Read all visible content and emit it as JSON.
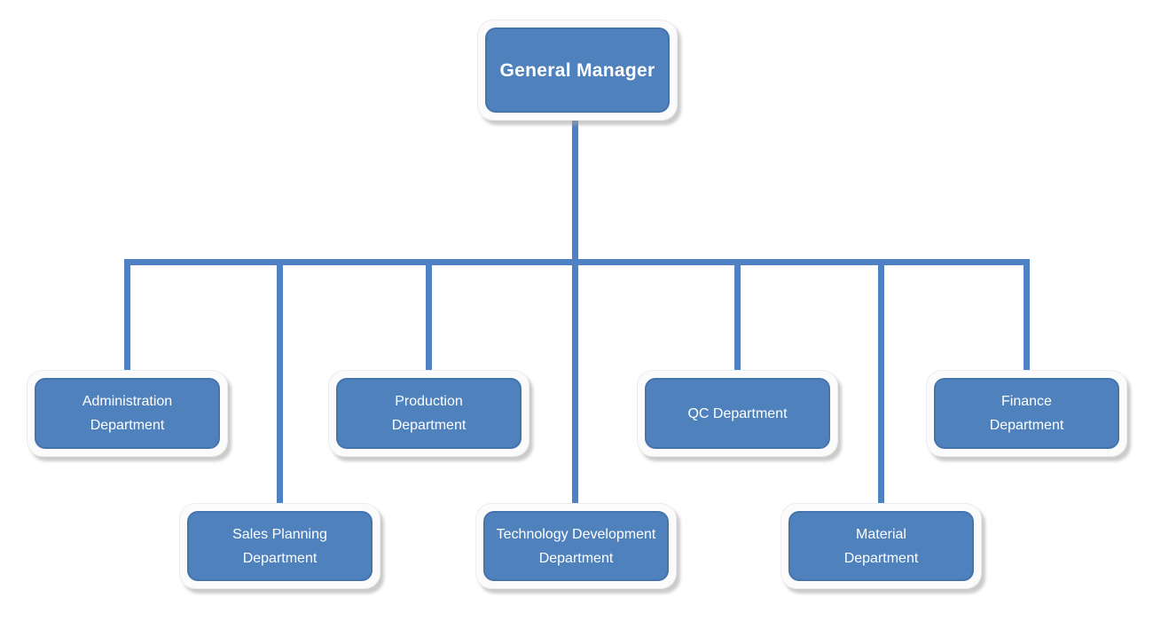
{
  "org": {
    "root": {
      "label": "General Manager"
    },
    "departments": [
      {
        "id": "administration",
        "lines": [
          "Administration",
          "Department"
        ]
      },
      {
        "id": "sales-planning",
        "lines": [
          "Sales Planning",
          "Department"
        ]
      },
      {
        "id": "production",
        "lines": [
          "Production",
          "Department"
        ]
      },
      {
        "id": "technology-development",
        "lines": [
          "Technology Development",
          "Department"
        ]
      },
      {
        "id": "qc",
        "lines": [
          "QC Department"
        ]
      },
      {
        "id": "material",
        "lines": [
          "Material",
          "Department"
        ]
      },
      {
        "id": "finance",
        "lines": [
          "Finance",
          "Department"
        ]
      }
    ]
  },
  "colors": {
    "node_fill": "#4f81bd",
    "node_frame": "#fbfbfb",
    "connector": "#4e82c4",
    "text_color": "#ffffff"
  }
}
